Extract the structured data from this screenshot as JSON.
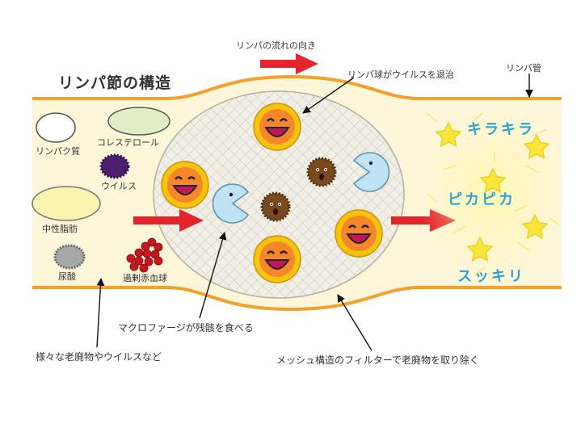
{
  "diagram": {
    "title": "リンパ節の構造",
    "flow_label": "リンパの流れの向き",
    "vessel_label": "リンパ管",
    "lymphocyte_label": "リンパ球がウイルスを退治",
    "legend": {
      "protein": "リンパク質",
      "cholesterol": "コレステロール",
      "virus": "ウイルス",
      "neutral_fat": "中性脂肪",
      "uric_acid": "尿酸",
      "excess_rbc": "過剰赤血球"
    },
    "sparkle": [
      "キラキラ",
      "ピカピカ",
      "スッキリ"
    ],
    "macrophage_label": "マクロファージが残骸を食べる",
    "waste_label": "様々な老廃物やウイルスなど",
    "mesh_label": "メッシュ構造のフィルターで老廃物を取り除く"
  },
  "colors": {
    "vessel_fill": "#fdf6d8",
    "vessel_border": "#f2a12a",
    "arrow_red": "#e3262d",
    "face_gold": "#f6c30f",
    "face_orange": "#f5872a",
    "macrophage": "#bfe3f4",
    "star": "#f8e43a",
    "virus_purple": "#4b1f6e"
  }
}
